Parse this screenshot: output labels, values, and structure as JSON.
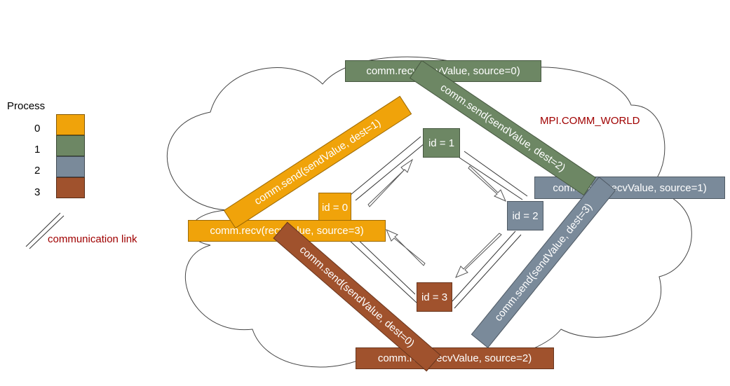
{
  "colors": {
    "p0": "#f0a30a",
    "p1": "#6d8764",
    "p2": "#7a8a9a",
    "p3": "#a0522d",
    "world_text": "#a00000",
    "link_text": "#a00000"
  },
  "legend": {
    "title": "Process",
    "items": [
      {
        "id": "0",
        "color": "#f0a30a"
      },
      {
        "id": "1",
        "color": "#6d8764"
      },
      {
        "id": "2",
        "color": "#7a8a9a"
      },
      {
        "id": "3",
        "color": "#a0522d"
      }
    ],
    "link_label": "communication link"
  },
  "world_label": "MPI.COMM_WORLD",
  "nodes": {
    "n0": "id = 0",
    "n1": "id = 1",
    "n2": "id = 2",
    "n3": "id = 3"
  },
  "calls": {
    "p0_send": "comm.send(sendValue, dest=1)",
    "p0_recv": "comm.recv(recvValue, source=3)",
    "p1_send": "comm.send(sendValue, dest=2)",
    "p1_recv": "comm.recv(recvValue, source=0)",
    "p2_send": "comm.send(sendValue, dest=3)",
    "p2_recv": "comm.recv(recvValue, source=1)",
    "p3_send": "comm.send(sendValue, dest=0)",
    "p3_recv": "comm.recv(recvValue, source=2)"
  }
}
